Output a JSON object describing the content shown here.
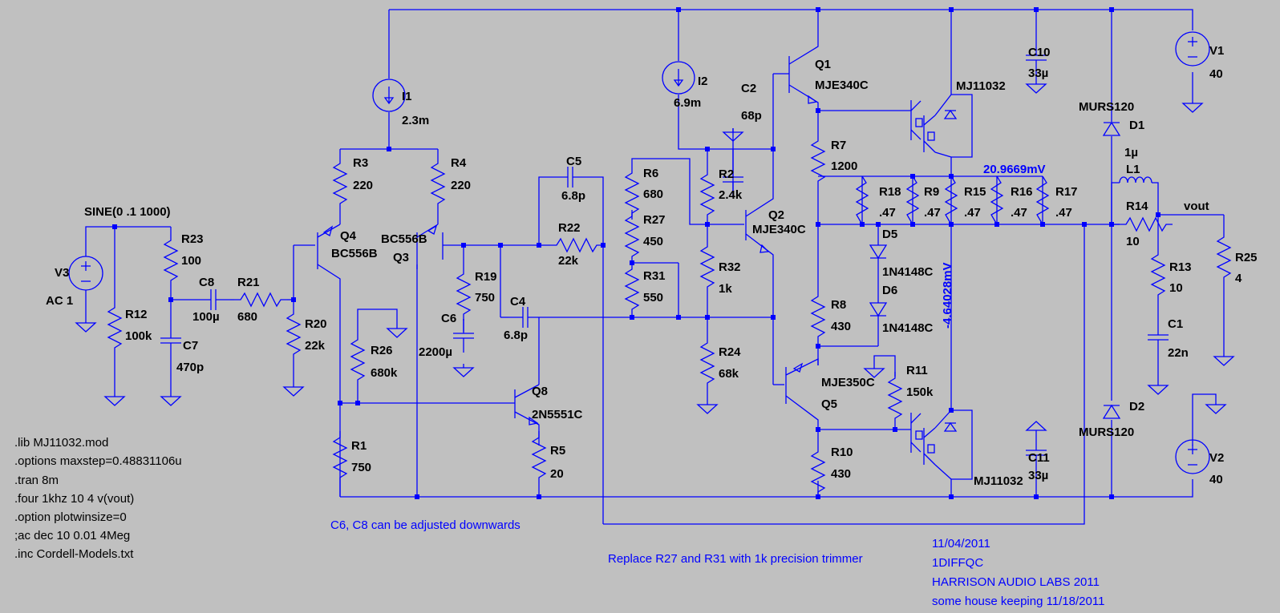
{
  "components": {
    "V1": {
      "ref": "V1",
      "value": "40"
    },
    "V2": {
      "ref": "V2",
      "value": "40"
    },
    "V3": {
      "ref": "V3",
      "value": "SINE(0 .1 1000)",
      "ac": "AC 1"
    },
    "I1": {
      "ref": "I1",
      "value": "2.3m"
    },
    "I2": {
      "ref": "I2",
      "value": "6.9m"
    },
    "R1": {
      "ref": "R1",
      "value": "750"
    },
    "R2": {
      "ref": "R2",
      "value": "2.4k"
    },
    "R3": {
      "ref": "R3",
      "value": "220"
    },
    "R4": {
      "ref": "R4",
      "value": "220"
    },
    "R5": {
      "ref": "R5",
      "value": "20"
    },
    "R6": {
      "ref": "R6",
      "value": "680"
    },
    "R7": {
      "ref": "R7",
      "value": "1200"
    },
    "R8": {
      "ref": "R8",
      "value": "430"
    },
    "R9": {
      "ref": "R9",
      "value": ".47"
    },
    "R10": {
      "ref": "R10",
      "value": "430"
    },
    "R11": {
      "ref": "R11",
      "value": "150k"
    },
    "R12": {
      "ref": "R12",
      "value": "100k"
    },
    "R13": {
      "ref": "R13",
      "value": "10"
    },
    "R14": {
      "ref": "R14",
      "value": "10"
    },
    "R15": {
      "ref": "R15",
      "value": ".47"
    },
    "R16": {
      "ref": "R16",
      "value": ".47"
    },
    "R17": {
      "ref": "R17",
      "value": ".47"
    },
    "R18": {
      "ref": "R18",
      "value": ".47"
    },
    "R19": {
      "ref": "R19",
      "value": "750"
    },
    "R20": {
      "ref": "R20",
      "value": "22k"
    },
    "R21": {
      "ref": "R21",
      "value": "680"
    },
    "R22": {
      "ref": "R22",
      "value": "22k"
    },
    "R23": {
      "ref": "R23",
      "value": "100"
    },
    "R24": {
      "ref": "R24",
      "value": "68k"
    },
    "R25": {
      "ref": "R25",
      "value": "4"
    },
    "R26": {
      "ref": "R26",
      "value": "680k"
    },
    "R27": {
      "ref": "R27",
      "value": "450"
    },
    "R31": {
      "ref": "R31",
      "value": "550"
    },
    "R32": {
      "ref": "R32",
      "value": "1k"
    },
    "C1": {
      "ref": "C1",
      "value": "22n"
    },
    "C2": {
      "ref": "C2",
      "value": "68p"
    },
    "C4": {
      "ref": "C4",
      "value": "6.8p"
    },
    "C5": {
      "ref": "C5",
      "value": "6.8p"
    },
    "C6": {
      "ref": "C6",
      "value": "2200µ"
    },
    "C7": {
      "ref": "C7",
      "value": "470p"
    },
    "C8": {
      "ref": "C8",
      "value": "100µ"
    },
    "C10": {
      "ref": "C10",
      "value": "33µ"
    },
    "C11": {
      "ref": "C11",
      "value": "33µ"
    },
    "L1": {
      "ref": "L1",
      "value": "1µ"
    },
    "D1": {
      "ref": "D1",
      "value": "MURS120"
    },
    "D2": {
      "ref": "D2",
      "value": "MURS120"
    },
    "D5": {
      "ref": "D5",
      "value": "1N4148C"
    },
    "D6": {
      "ref": "D6",
      "value": "1N4148C"
    },
    "Q1": {
      "ref": "Q1",
      "value": "MJE340C"
    },
    "Q2": {
      "ref": "Q2",
      "value": "MJE340C"
    },
    "Q3": {
      "ref": "Q3",
      "value": "BC556B"
    },
    "Q4": {
      "ref": "Q4",
      "value": "BC556B"
    },
    "Q5": {
      "ref": "Q5",
      "value": "MJE350C"
    },
    "Q8": {
      "ref": "Q8",
      "value": "2N5551C"
    },
    "QP1": {
      "value": "MJ11032"
    },
    "QP2": {
      "value": "MJ11032"
    }
  },
  "net_labels": {
    "vout": "vout"
  },
  "probes": {
    "top": "20.9669mV",
    "vertical": "-4.64028mV"
  },
  "spice_directives": [
    ".lib MJ11032.mod",
    ".options maxstep=0.48831106u",
    ".tran 8m",
    ".four 1khz 10 4 v(vout)",
    ".option plotwinsize=0",
    ";ac dec 10 0.01 4Meg",
    ".inc Cordell-Models.txt"
  ],
  "comments": {
    "caps": "C6, C8 can be adjusted downwards",
    "trimmer": "Replace R27 and R31 with 1k precision trimmer",
    "info": [
      "11/04/2011",
      "1DIFFQC",
      "HARRISON AUDIO LABS 2011",
      "some house keeping 11/18/2011"
    ]
  },
  "colors": {
    "background": "#c0c0c0",
    "wire": "#0000ff",
    "label": "#000000",
    "comment": "#0000ff"
  }
}
